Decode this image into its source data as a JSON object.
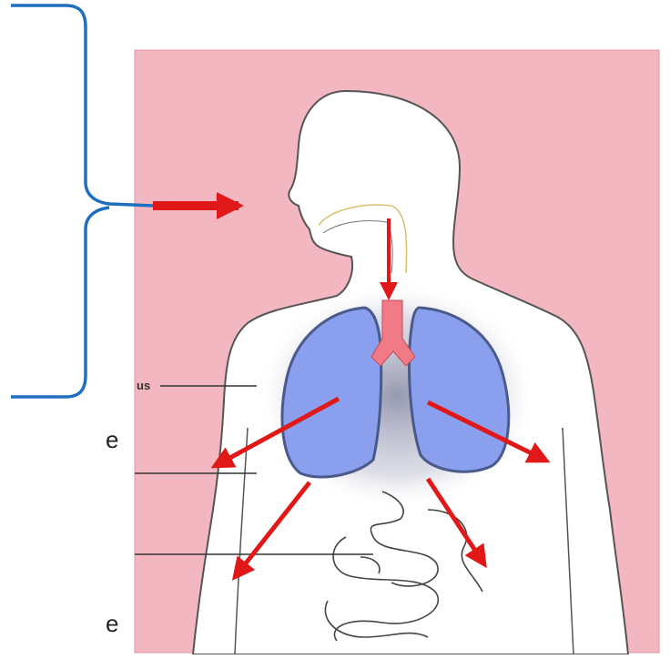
{
  "colors": {
    "background": "#ffffff",
    "panel": "#f2b7c0",
    "body": "#ffffff",
    "outline": "#555555",
    "lung": "#8aa0ee",
    "lung_shadow": "#4a5a8a",
    "trachea": "#f07a86",
    "arrow": "#e01818",
    "brace": "#1f6fc0",
    "leader": "#333333"
  },
  "icons": {
    "brace": "curly-brace-icon",
    "arrows": "red-arrow-icon"
  },
  "labels": {
    "left_fragment_1": "e",
    "left_fragment_2": "e",
    "cut_label": "us"
  }
}
